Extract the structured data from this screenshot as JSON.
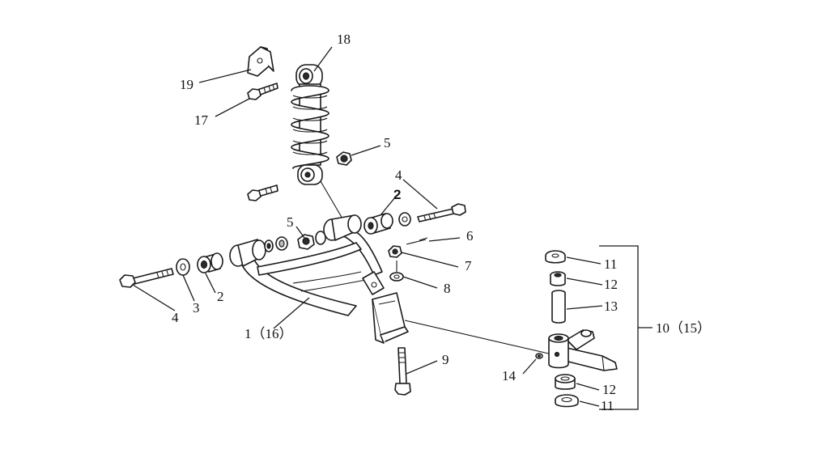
{
  "callouts": {
    "c1": "1（16）",
    "c2_left": "2",
    "c2_top": "2",
    "c3": "3",
    "c4_left": "4",
    "c4_top": "4",
    "c5_top": "5",
    "c5_mid": "5",
    "c6": "6",
    "c7": "7",
    "c8": "8",
    "c9": "9",
    "c10": "10（15）",
    "c11_top": "11",
    "c11_bottom": "11",
    "c12_top": "12",
    "c12_bottom": "12",
    "c13": "13",
    "c14": "14",
    "c17": "17",
    "c18": "18",
    "c19": "19"
  },
  "parts": [
    "control-arm",
    "bushing",
    "washer",
    "bolt",
    "nut",
    "cotter-pin",
    "castle-nut",
    "lower-washer",
    "lower-bolt",
    "steering-knuckle",
    "thrust-washer",
    "sleeve",
    "kingpin-bushing",
    "grease-fitting",
    "upper-bolt",
    "shock-absorber",
    "bracket"
  ],
  "colors": {
    "line": "#1a1a1a",
    "background": "#ffffff"
  }
}
